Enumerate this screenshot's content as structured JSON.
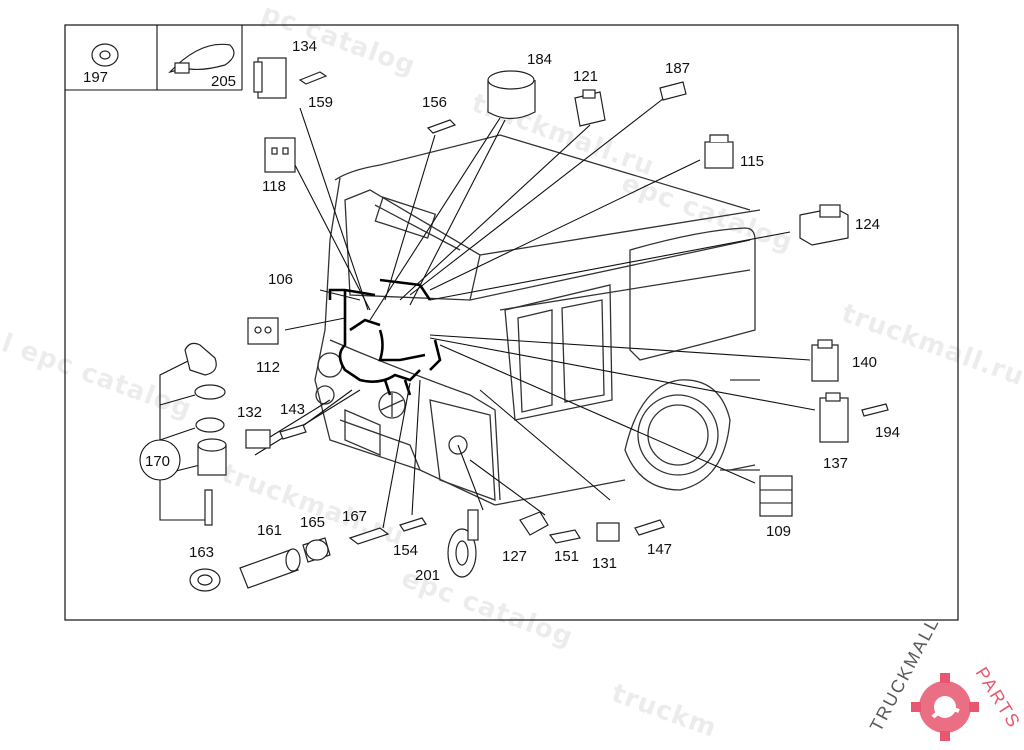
{
  "diagram": {
    "part_numbers": {
      "p197": "197",
      "p205": "205",
      "p134": "134",
      "p159": "159",
      "p184": "184",
      "p156": "156",
      "p121": "121",
      "p187": "187",
      "p115": "115",
      "p118": "118",
      "p124": "124",
      "p106": "106",
      "p112": "112",
      "p140": "140",
      "p132": "132",
      "p143": "143",
      "p194": "194",
      "p137": "137",
      "p170": "170",
      "p109": "109",
      "p167": "167",
      "p165": "165",
      "p161": "161",
      "p154": "154",
      "p127": "127",
      "p151": "151",
      "p131": "131",
      "p147": "147",
      "p163": "163",
      "p201": "201"
    }
  },
  "watermarks": {
    "text_top": "pc catalog",
    "text_ru": "truckmall.ru",
    "text_epc": "epc catalog",
    "text_left": "l epc catalog",
    "text_bottom": "truckm"
  },
  "logo": {
    "brand_main": "TRUCKMALL",
    "brand_accent": "PARTS",
    "accent_color": "#e8566f"
  }
}
